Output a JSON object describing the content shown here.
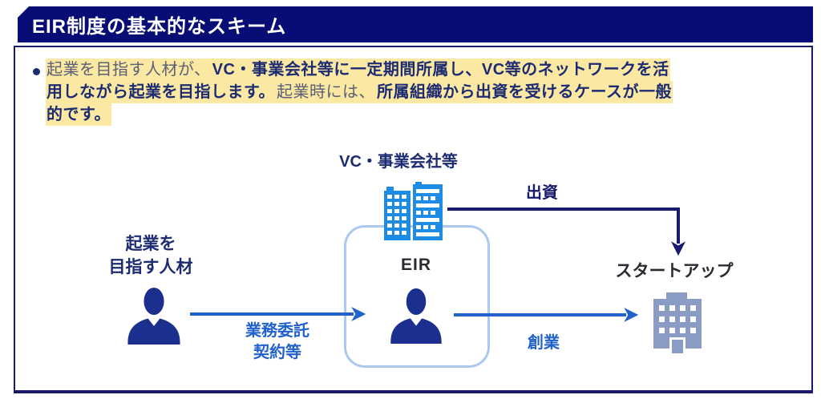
{
  "header": {
    "title": "EIR制度の基本的なスキーム"
  },
  "intro": {
    "bullet_glyph": "●",
    "highlight_color": "#fbe8a2",
    "lines": [
      {
        "segments": [
          {
            "text": "起業を目指す人材が、",
            "bold": false
          },
          {
            "text": "VC・事業会社等に一定期間所属し、VC等のネットワークを活",
            "bold": true
          }
        ]
      },
      {
        "segments": [
          {
            "text": "用しながら起業を目指します。",
            "bold": true
          },
          {
            "text": "起業時には、",
            "bold": false
          },
          {
            "text": "所属組織から出資を受けるケースが一般",
            "bold": true
          }
        ]
      },
      {
        "segments": [
          {
            "text": "的です。",
            "bold": true
          }
        ]
      }
    ]
  },
  "diagram": {
    "vc_label": "VC・事業会社等",
    "eir_label": "EIR",
    "talent_label_line1": "起業を",
    "talent_label_line2": "目指す人材",
    "startup_label": "スタートアップ",
    "arrows": {
      "contract_label_line1": "業務委託",
      "contract_label_line2": "契約等",
      "investment_label": "出資",
      "founding_label": "創業"
    },
    "icons": {
      "vc": "office-buildings-icon",
      "talent": "businessperson-icon",
      "eir": "businessperson-icon",
      "startup": "office-building-icon"
    }
  },
  "colors": {
    "header_navy": "#070d75",
    "line_navy": "#191a6d",
    "navy_label": "#1c2b72",
    "person_navy": "#1b2f8e",
    "building_blue": "#1e8ce4",
    "arrow_blue": "#2161cc",
    "box_border_light": "#abc9ee",
    "startup_gray": "#8b9cc4",
    "highlight_yellow": "#fbe8a2",
    "text_regular": "#5a5f78",
    "text_dark": "#2a2a33",
    "header_text": "#ffffff",
    "background": "#ffffff"
  }
}
